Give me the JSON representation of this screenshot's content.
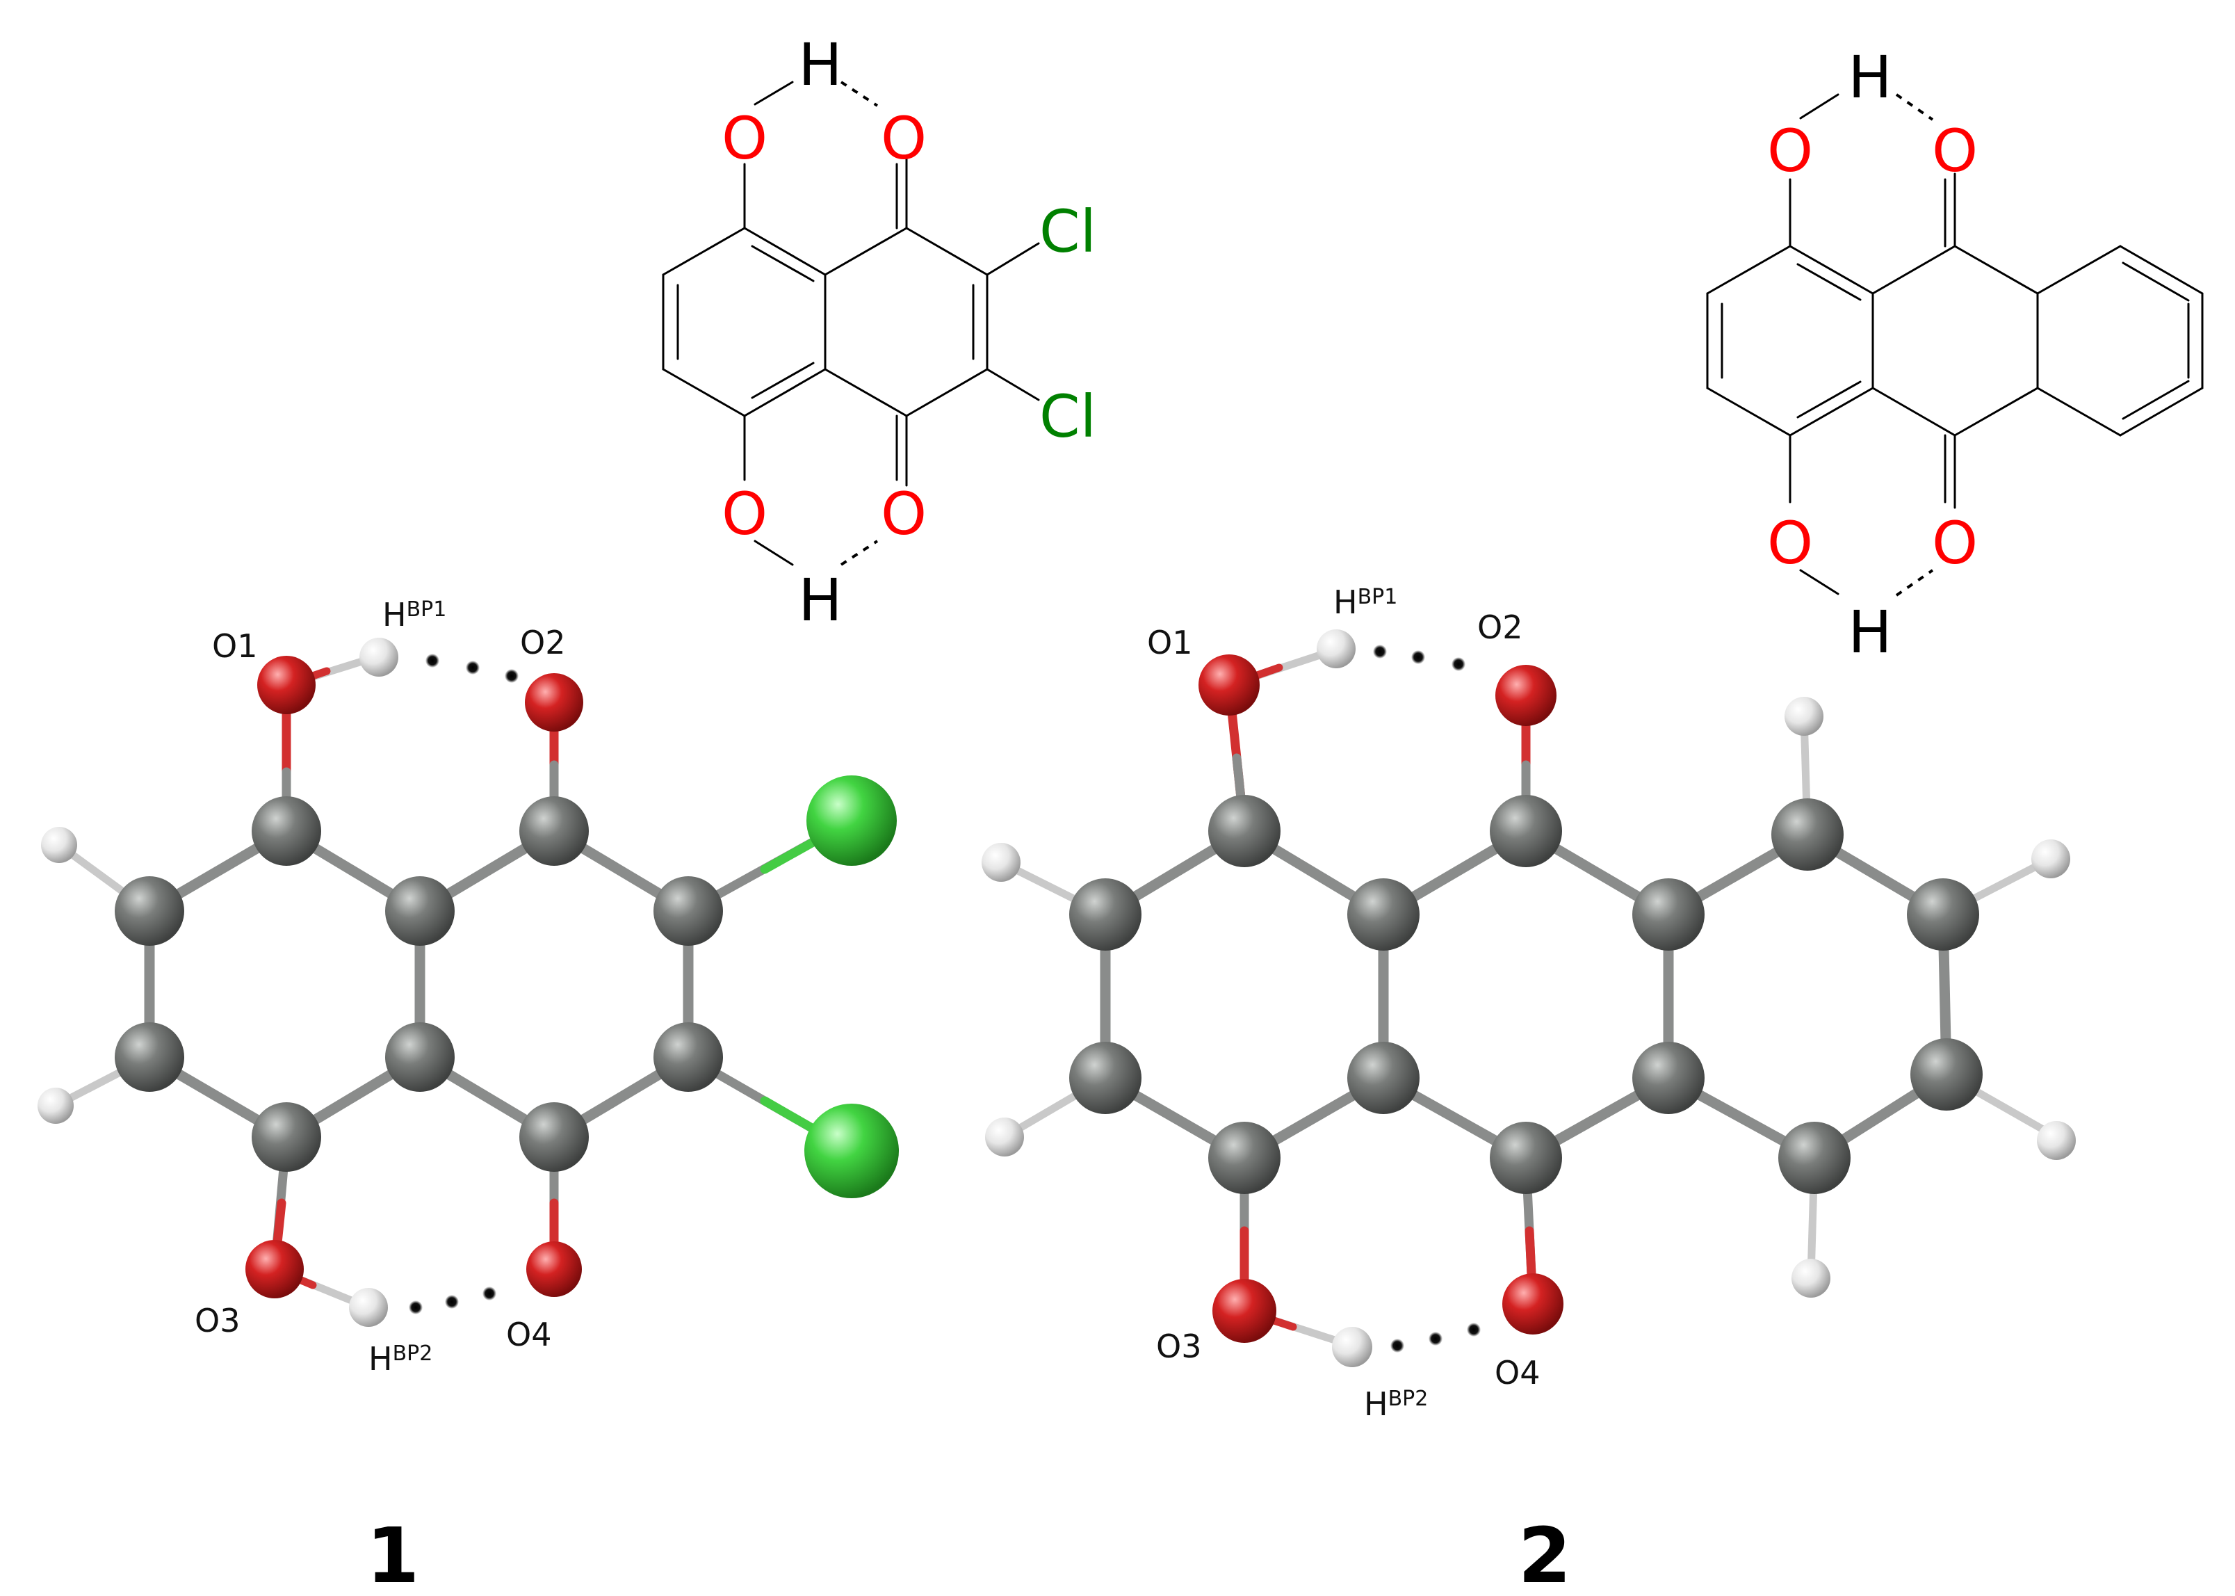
{
  "colors": {
    "oxygen_label": "#ff0000",
    "chlorine_label": "#008000",
    "hydrogen_label": "#000000",
    "bond_line": "#000000",
    "carbon_ball": "#6d706e",
    "oxygen_ball": "#d12020",
    "chlorine_ball": "#3fd13f",
    "hydrogen_ball": "#e8e8e8"
  },
  "structures": {
    "s1": {
      "atoms": {
        "o1": "O",
        "o2": "O",
        "o3": "O",
        "o4": "O",
        "h1": "H",
        "h2": "H",
        "cl1": "Cl",
        "cl2": "Cl"
      }
    },
    "s2": {
      "atoms": {
        "o1": "O",
        "o2": "O",
        "o3": "O",
        "o4": "O",
        "h1": "H",
        "h2": "H"
      }
    }
  },
  "models": {
    "m1": {
      "labels": {
        "o1": "O1",
        "o2": "O2",
        "o3": "O3",
        "o4": "O4",
        "h": "H",
        "hb1_sup": "BP1",
        "hb2_sup": "BP2"
      },
      "number": "1"
    },
    "m2": {
      "labels": {
        "o1": "O1",
        "o2": "O2",
        "o3": "O3",
        "o4": "O4",
        "h": "H",
        "hb1_sup": "BP1",
        "hb2_sup": "BP2"
      },
      "number": "2"
    }
  }
}
